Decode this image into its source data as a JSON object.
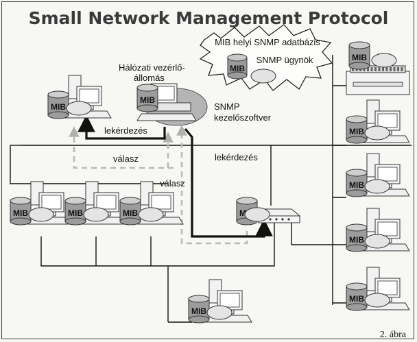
{
  "title": "Small Network Management Protocol",
  "figure_label": "2. ábra",
  "mib_label": "MIB",
  "callout": {
    "line1": "MIB helyi SNMP adatbázis",
    "line2": "SNMP ügynök"
  },
  "station_label": {
    "line1": "Hálózati vezérlő-",
    "line2": "állomás"
  },
  "manager_label": {
    "line1": "SNMP",
    "line2": "kezelőszoftver"
  },
  "arrows": {
    "request_left": "lekérdezés",
    "request_right": "lekérdezés",
    "response_left": "válasz",
    "response_right": "válasz"
  },
  "colors": {
    "request_line": "#111111",
    "response_line": "#b9b9b9",
    "manager_ellipse": "#b4b4b4",
    "title": "#3a3a3a"
  }
}
